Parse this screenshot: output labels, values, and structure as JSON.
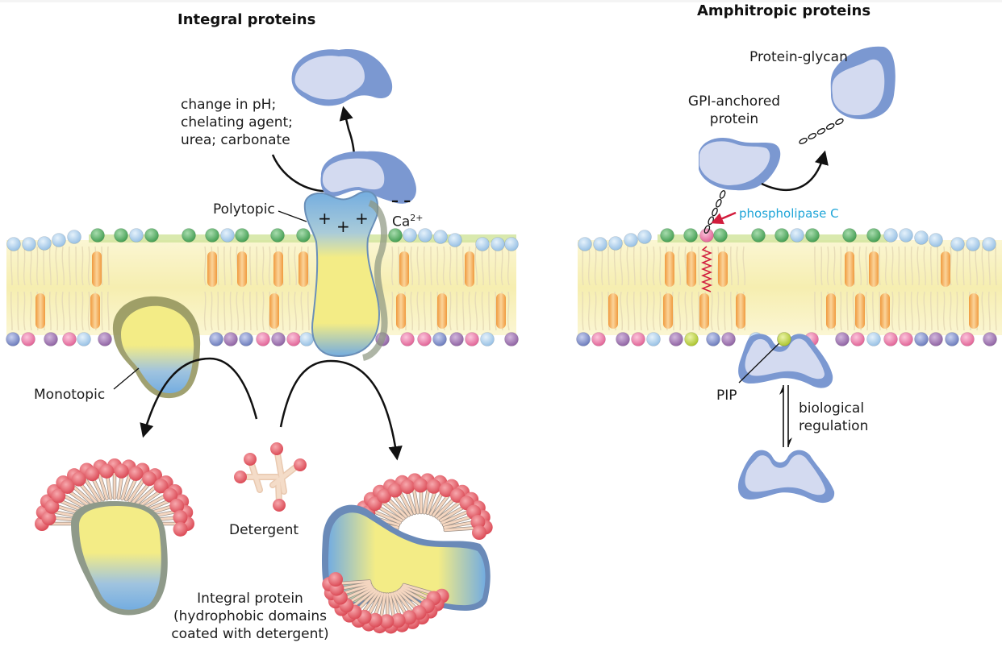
{
  "panels": {
    "integral": {
      "title": "Integral proteins",
      "treatment_label": [
        "change in pH;",
        "chelating agent;",
        "urea; carbonate"
      ],
      "polytopic_label": "Polytopic",
      "ion_label": "Ca",
      "ion_charge": "2+",
      "charges_positive": "+",
      "charges_negative": "– –",
      "monotopic_label": "Monotopic",
      "detergent_label": "Detergent",
      "complex_label": [
        "Integral protein",
        "(hydrophobic domains",
        "coated with detergent)"
      ]
    },
    "amphitropic": {
      "title": "Amphitropic proteins",
      "glycan_label": "Protein-glycan",
      "gpi_label": [
        "GPI-anchored",
        "protein"
      ],
      "enzyme_label": "phospholipase C",
      "pip_label": "PIP",
      "regulation_label": [
        "biological",
        "regulation"
      ]
    }
  },
  "colors": {
    "protein_blue": "#7b98d1",
    "protein_light": "#d3daf0",
    "hydrophobic_yellow": "#f3ec86",
    "hydrophilic_blue": "#74ade0",
    "detergent_head": "#e5636e",
    "detergent_tail": "#f4d6c0",
    "membrane_core": "#f8f0b8",
    "cholesterol": "#f2b264",
    "head_green": "#5fb26a",
    "head_lightblue": "#b9d8f0",
    "head_pink": "#ec8fb3",
    "head_purple": "#a883b8",
    "head_slate": "#8f9ed4",
    "head_lime": "#c5dc4d",
    "enzyme_cyan": "#1fa5d8",
    "enzyme_arrow": "#d21c3c",
    "arrow_black": "#111111"
  }
}
